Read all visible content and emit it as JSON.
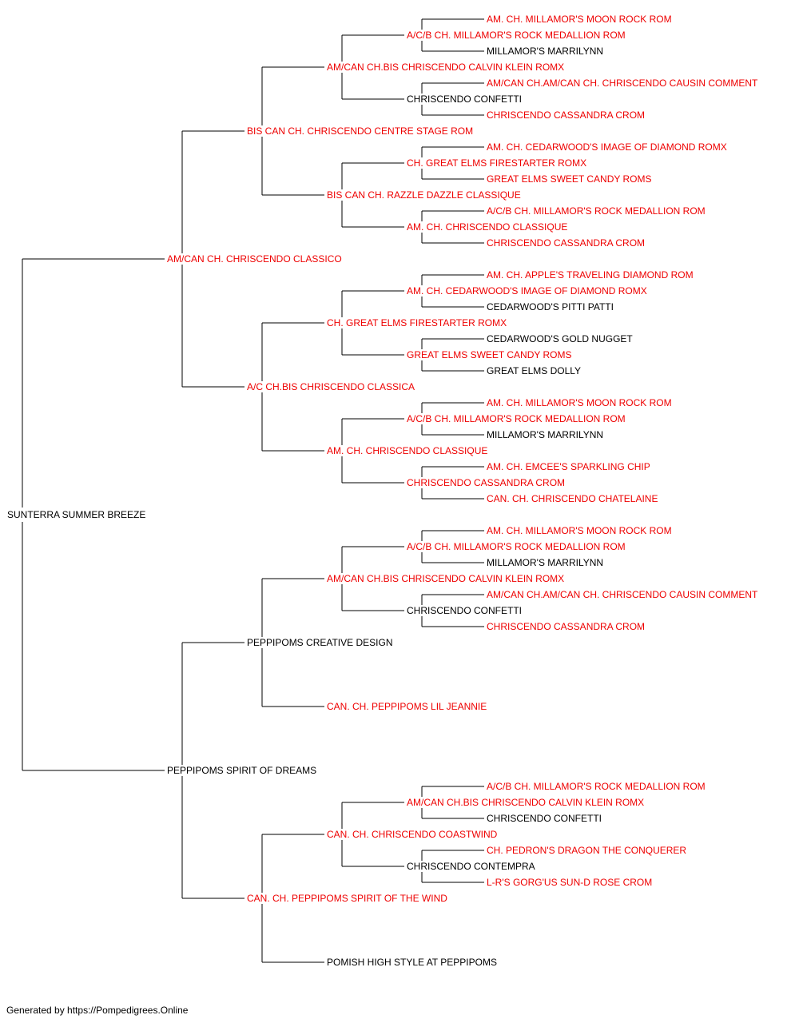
{
  "colors": {
    "titled": "#ee0000",
    "untitled": "#000000",
    "line": "#000000"
  },
  "subject": {
    "name": "SUNTERRA SUMMER BREEZE",
    "titled": false
  },
  "sire": {
    "name": "AM/CAN CH. CHRISCENDO CLASSICO",
    "titled": true,
    "sire": {
      "name": "BIS CAN CH. CHRISCENDO CENTRE STAGE ROM",
      "titled": true,
      "sire": {
        "name": "AM/CAN CH.BIS CHRISCENDO CALVIN KLEIN ROMX",
        "titled": true,
        "sire": {
          "name": "A/C/B CH. MILLAMOR'S ROCK MEDALLION ROM",
          "titled": true,
          "sire": {
            "name": "AM. CH. MILLAMOR'S MOON ROCK ROM",
            "titled": true
          },
          "dam": {
            "name": "MILLAMOR'S MARRILYNN",
            "titled": false
          }
        },
        "dam": {
          "name": "CHRISCENDO CONFETTI",
          "titled": false,
          "sire": {
            "name": "AM/CAN CH.AM/CAN CH. CHRISCENDO CAUSIN COMMENT",
            "titled": true
          },
          "dam": {
            "name": "CHRISCENDO CASSANDRA CROM",
            "titled": true
          }
        }
      },
      "dam": {
        "name": "BIS CAN CH. RAZZLE DAZZLE CLASSIQUE",
        "titled": true,
        "sire": {
          "name": "CH. GREAT ELMS FIRESTARTER ROMX",
          "titled": true,
          "sire": {
            "name": "AM. CH. CEDARWOOD'S IMAGE OF DIAMOND ROMX",
            "titled": true
          },
          "dam": {
            "name": "GREAT ELMS SWEET CANDY ROMS",
            "titled": true
          }
        },
        "dam": {
          "name": "AM. CH. CHRISCENDO CLASSIQUE",
          "titled": true,
          "sire": {
            "name": "A/C/B CH. MILLAMOR'S ROCK MEDALLION ROM",
            "titled": true
          },
          "dam": {
            "name": "CHRISCENDO CASSANDRA CROM",
            "titled": true
          }
        }
      }
    },
    "dam": {
      "name": "A/C CH.BIS CHRISCENDO CLASSICA",
      "titled": true,
      "sire": {
        "name": "CH. GREAT ELMS FIRESTARTER ROMX",
        "titled": true,
        "sire": {
          "name": "AM. CH. CEDARWOOD'S IMAGE OF DIAMOND ROMX",
          "titled": true,
          "sire": {
            "name": "AM. CH. APPLE'S TRAVELING DIAMOND ROM",
            "titled": true
          },
          "dam": {
            "name": "CEDARWOOD'S PITTI PATTI",
            "titled": false
          }
        },
        "dam": {
          "name": "GREAT ELMS SWEET CANDY ROMS",
          "titled": true,
          "sire": {
            "name": "CEDARWOOD'S GOLD NUGGET",
            "titled": false
          },
          "dam": {
            "name": "GREAT ELMS DOLLY",
            "titled": false
          }
        }
      },
      "dam": {
        "name": "AM. CH. CHRISCENDO CLASSIQUE",
        "titled": true,
        "sire": {
          "name": "A/C/B CH. MILLAMOR'S ROCK MEDALLION ROM",
          "titled": true,
          "sire": {
            "name": "AM. CH. MILLAMOR'S MOON ROCK ROM",
            "titled": true
          },
          "dam": {
            "name": "MILLAMOR'S MARRILYNN",
            "titled": false
          }
        },
        "dam": {
          "name": "CHRISCENDO CASSANDRA CROM",
          "titled": true,
          "sire": {
            "name": "AM. CH. EMCEE'S SPARKLING CHIP",
            "titled": true
          },
          "dam": {
            "name": "CAN. CH. CHRISCENDO CHATELAINE",
            "titled": true
          }
        }
      }
    }
  },
  "dam": {
    "name": "PEPPIPOMS SPIRIT OF DREAMS",
    "titled": false,
    "sire": {
      "name": "PEPPIPOMS CREATIVE DESIGN",
      "titled": false,
      "sire": {
        "name": "AM/CAN CH.BIS CHRISCENDO CALVIN KLEIN ROMX",
        "titled": true,
        "sire": {
          "name": "A/C/B CH. MILLAMOR'S ROCK MEDALLION ROM",
          "titled": true,
          "sire": {
            "name": "AM. CH. MILLAMOR'S MOON ROCK ROM",
            "titled": true
          },
          "dam": {
            "name": "MILLAMOR'S MARRILYNN",
            "titled": false
          }
        },
        "dam": {
          "name": "CHRISCENDO CONFETTI",
          "titled": false,
          "sire": {
            "name": "AM/CAN CH.AM/CAN CH. CHRISCENDO CAUSIN COMMENT",
            "titled": true
          },
          "dam": {
            "name": "CHRISCENDO CASSANDRA CROM",
            "titled": true
          }
        }
      },
      "dam": {
        "name": "CAN. CH. PEPPIPOMS LIL JEANNIE",
        "titled": true
      }
    },
    "dam": {
      "name": "CAN. CH. PEPPIPOMS SPIRIT OF THE WIND",
      "titled": true,
      "sire": {
        "name": "CAN. CH. CHRISCENDO COASTWIND",
        "titled": true,
        "sire": {
          "name": "AM/CAN CH.BIS CHRISCENDO CALVIN KLEIN ROMX",
          "titled": true,
          "sire": {
            "name": "A/C/B CH. MILLAMOR'S ROCK MEDALLION ROM",
            "titled": true
          },
          "dam": {
            "name": "CHRISCENDO CONFETTI",
            "titled": false
          }
        },
        "dam": {
          "name": "CHRISCENDO CONTEMPRA",
          "titled": false,
          "sire": {
            "name": "CH. PEDRON'S DRAGON THE CONQUERER",
            "titled": true
          },
          "dam": {
            "name": "L-R'S GORG'US SUN-D ROSE CROM",
            "titled": true
          }
        }
      },
      "dam": {
        "name": "POMISH HIGH STYLE AT PEPPIPOMS",
        "titled": false
      }
    }
  },
  "footer": "Generated by https://Pompedigrees.Online"
}
